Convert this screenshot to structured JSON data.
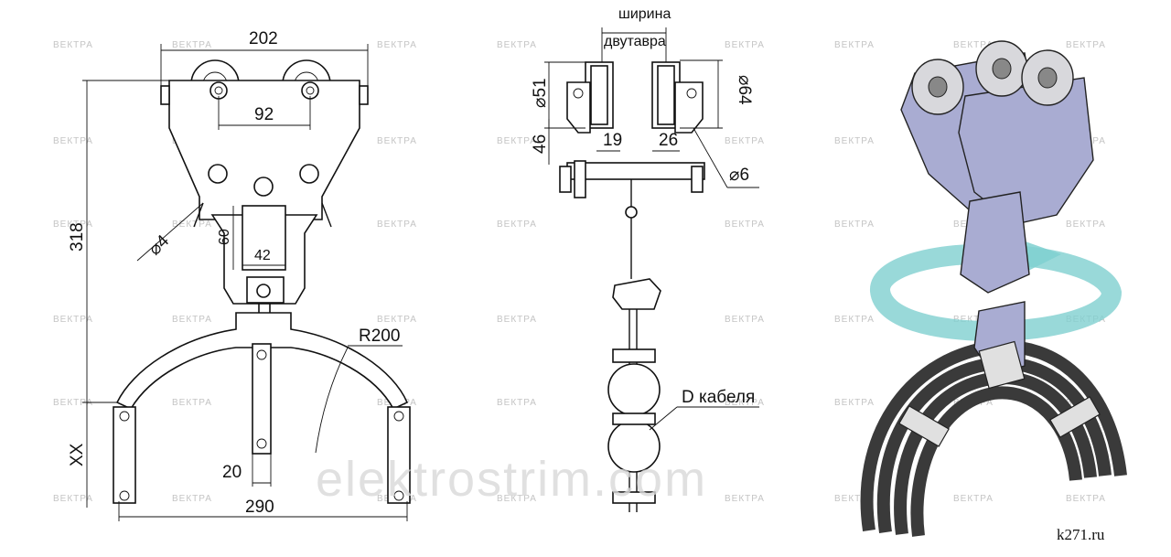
{
  "watermark": {
    "label": "ВЕКТРА",
    "overlay": "elektrostrim.com"
  },
  "site_label": "k271.ru",
  "front_view": {
    "dim_overall_width": "202",
    "dim_wheel_spacing": "92",
    "dim_height": "318",
    "dim_hole": "⌀4",
    "dim_slot_height": "60",
    "dim_slot_width": "42",
    "dim_radius": "R200",
    "dim_xx": "XX",
    "dim_bracket_width": "20",
    "dim_base_width": "290"
  },
  "side_view": {
    "label_width_line1": "ширина",
    "label_width_line2": "двутавра",
    "dim_wheel_dia_left": "⌀51",
    "dim_wheel_dia_right": "⌀64",
    "dim_46": "46",
    "dim_19": "19",
    "dim_26": "26",
    "dim_hole_6": "⌀6",
    "label_cable_diameter": "D кабеля"
  },
  "render_view": {
    "plate_color": "#a9acd2",
    "cable_color": "#3a3a3a",
    "arrow_color": "#7fd0d0"
  }
}
